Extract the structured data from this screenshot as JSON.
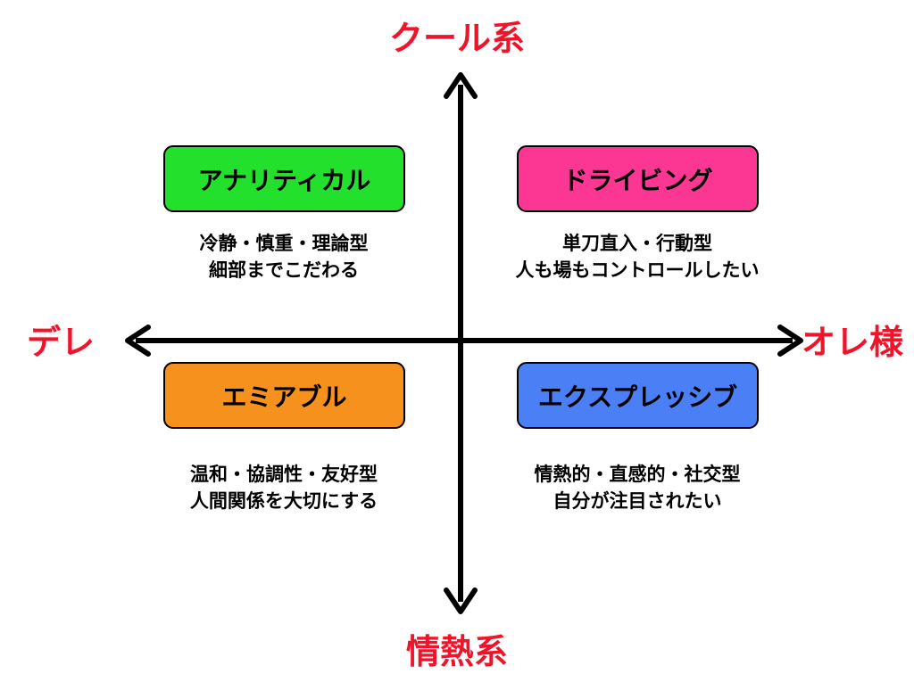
{
  "axes": {
    "top": "クール系",
    "bottom": "情熱系",
    "left": "デレ",
    "right": "オレ様"
  },
  "quadrants": {
    "analytical": {
      "title": "アナリティカル",
      "color": "#22e02c",
      "desc_line1": "冷静・慎重・理論型",
      "desc_line2": "細部までこだわる"
    },
    "driving": {
      "title": "ドライビング",
      "color": "#fc3793",
      "desc_line1": "単刀直入・行動型",
      "desc_line2": "人も場もコントロールしたい"
    },
    "amiable": {
      "title": "エミアブル",
      "color": "#f7911e",
      "desc_line1": "温和・協調性・友好型",
      "desc_line2": "人間関係を大切にする"
    },
    "expressive": {
      "title": "エクスプレッシブ",
      "color": "#4b7ff5",
      "desc_line1": "情熱的・直感的・社交型",
      "desc_line2": "自分が注目されたい"
    }
  },
  "colors": {
    "axis_label": "#f0142a",
    "axis_line": "#000000"
  }
}
